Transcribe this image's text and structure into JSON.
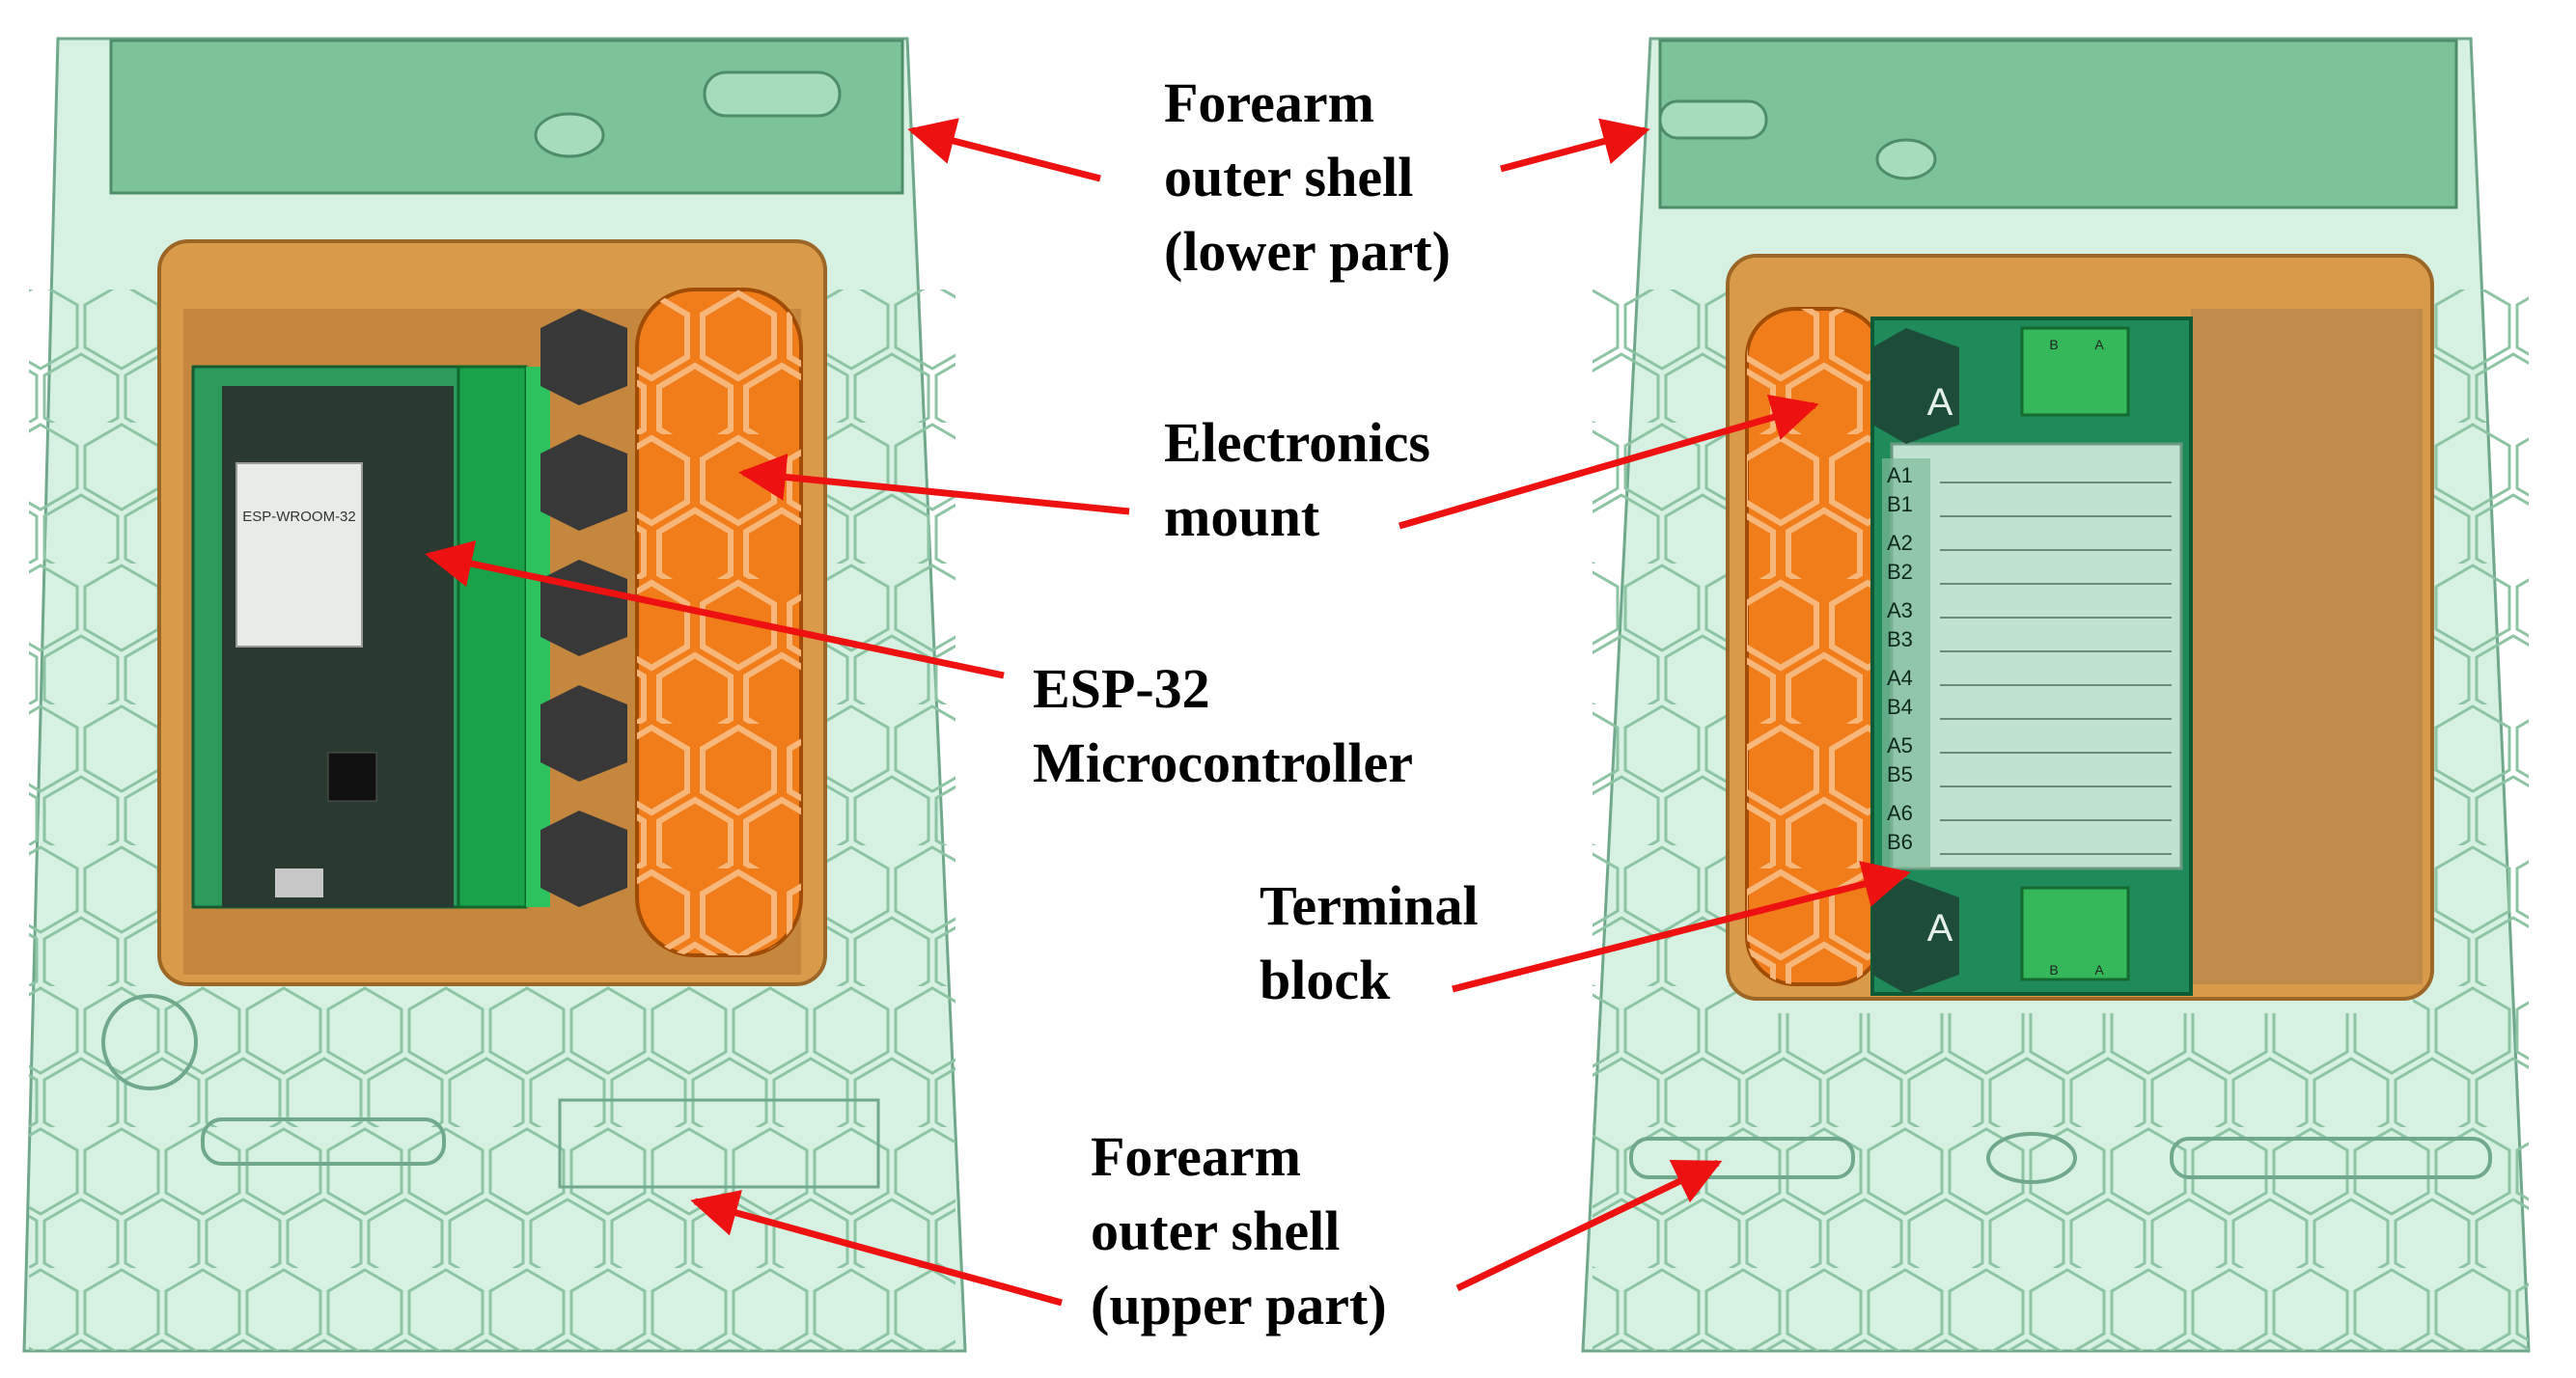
{
  "labels": {
    "forearm_lower": [
      "Forearm",
      "outer shell",
      "(lower part)"
    ],
    "electronics_mount": [
      "Electronics",
      "mount"
    ],
    "esp32": [
      "ESP-32",
      "Microcontroller"
    ],
    "terminal_block": [
      "Terminal",
      "block"
    ],
    "forearm_upper": [
      "Forearm",
      "outer shell",
      "(upper part)"
    ]
  },
  "left_view": {
    "module_text": "ESP-WROOM-32"
  },
  "right_view": {
    "letter_top": "A",
    "letter_bottom": "A",
    "screw_labels_top": [
      "B",
      "A"
    ],
    "screw_labels_bottom": [
      "B",
      "A"
    ],
    "channel_labels": [
      "A1",
      "B1",
      "A2",
      "B2",
      "A3",
      "B3",
      "A4",
      "B4",
      "A5",
      "B5",
      "A6",
      "B6"
    ]
  },
  "colors": {
    "shell": "#cfeedd",
    "shell_stroke": "#6fa88a",
    "shell_top": "#7fc49a",
    "mount": "#d99a4a",
    "orange": "#f07c1a",
    "pcb": "#1f8a5a",
    "arrow": "#ee1111"
  }
}
